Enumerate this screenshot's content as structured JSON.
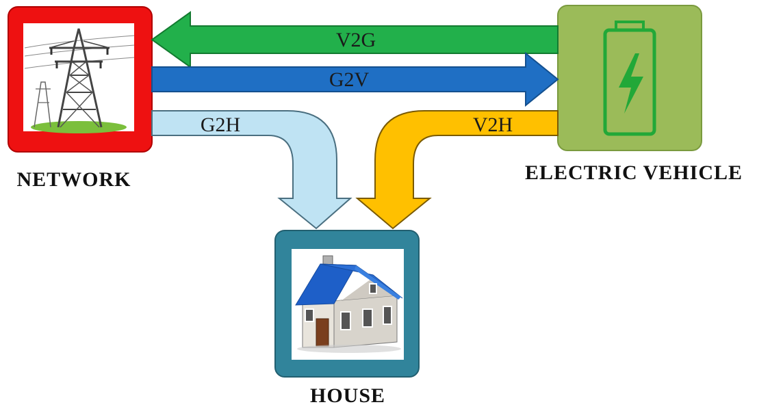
{
  "nodes": {
    "network": {
      "label": "NETWORK",
      "color": "#ee1111"
    },
    "vehicle": {
      "label": "ELECTRIC VEHICLE",
      "color": "#9bbb59"
    },
    "house": {
      "label": "HOUSE",
      "color": "#31849b"
    }
  },
  "flows": {
    "v2g": {
      "label": "V2G",
      "color": "#22b04b"
    },
    "g2v": {
      "label": "G2V",
      "color": "#1f6fc4"
    },
    "g2h": {
      "label": "G2H",
      "color": "#bfe3f3"
    },
    "v2h": {
      "label": "V2H",
      "color": "#ffc000"
    }
  },
  "icons": {
    "network": "power-tower-icon",
    "vehicle": "battery-charging-icon",
    "house": "house-icon"
  }
}
